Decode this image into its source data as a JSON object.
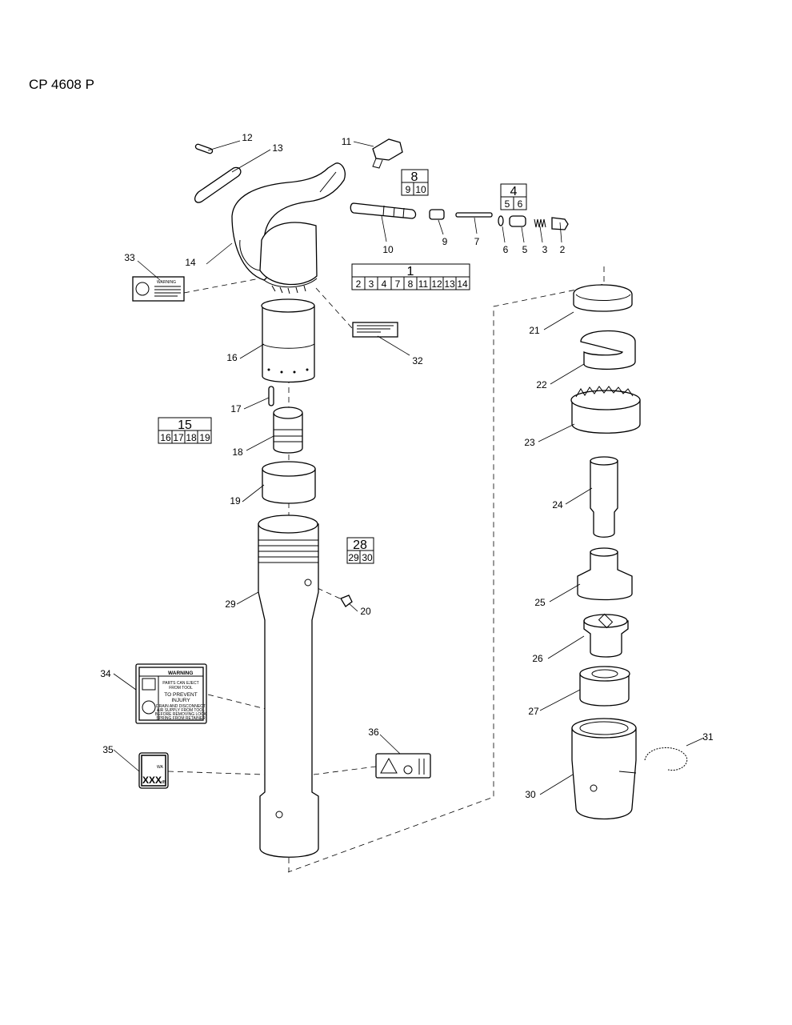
{
  "title": "CP 4608 P",
  "kits": [
    {
      "id": "kit-1",
      "main": "1",
      "items": [
        "2",
        "3",
        "4",
        "7",
        "8",
        "11",
        "12",
        "13",
        "14"
      ]
    },
    {
      "id": "kit-4",
      "main": "4",
      "items": [
        "5",
        "6"
      ]
    },
    {
      "id": "kit-8",
      "main": "8",
      "items": [
        "9",
        "10"
      ]
    },
    {
      "id": "kit-15",
      "main": "15",
      "items": [
        "16",
        "17",
        "18",
        "19"
      ]
    },
    {
      "id": "kit-28",
      "main": "28",
      "items": [
        "29",
        "30"
      ]
    }
  ],
  "callouts": [
    "2",
    "3",
    "5",
    "6",
    "7",
    "9",
    "10",
    "11",
    "12",
    "13",
    "14",
    "16",
    "17",
    "18",
    "19",
    "20",
    "21",
    "22",
    "23",
    "24",
    "25",
    "26",
    "27",
    "29",
    "30",
    "31",
    "32",
    "33",
    "34",
    "35",
    "36"
  ],
  "labels": {
    "warning_small": "WARNING",
    "warning_big": "WARNING",
    "warning_big_line1": "PARTS CAN EJECT",
    "warning_big_line2": "FROM TOOL",
    "warning_big_line3": "TO PREVENT",
    "warning_big_line4": "INJURY",
    "warning_big_line5": "DRAIN AND DISCONNECT",
    "warning_big_line6": "AIR SUPPLY FROM TOOL",
    "warning_big_line7": "BEFORE REMOVING LOCK",
    "warning_big_line8": "SPRING FROM RETAINER",
    "noise_unit": "WA",
    "noise_value": "XXX",
    "noise_db": "dB"
  }
}
